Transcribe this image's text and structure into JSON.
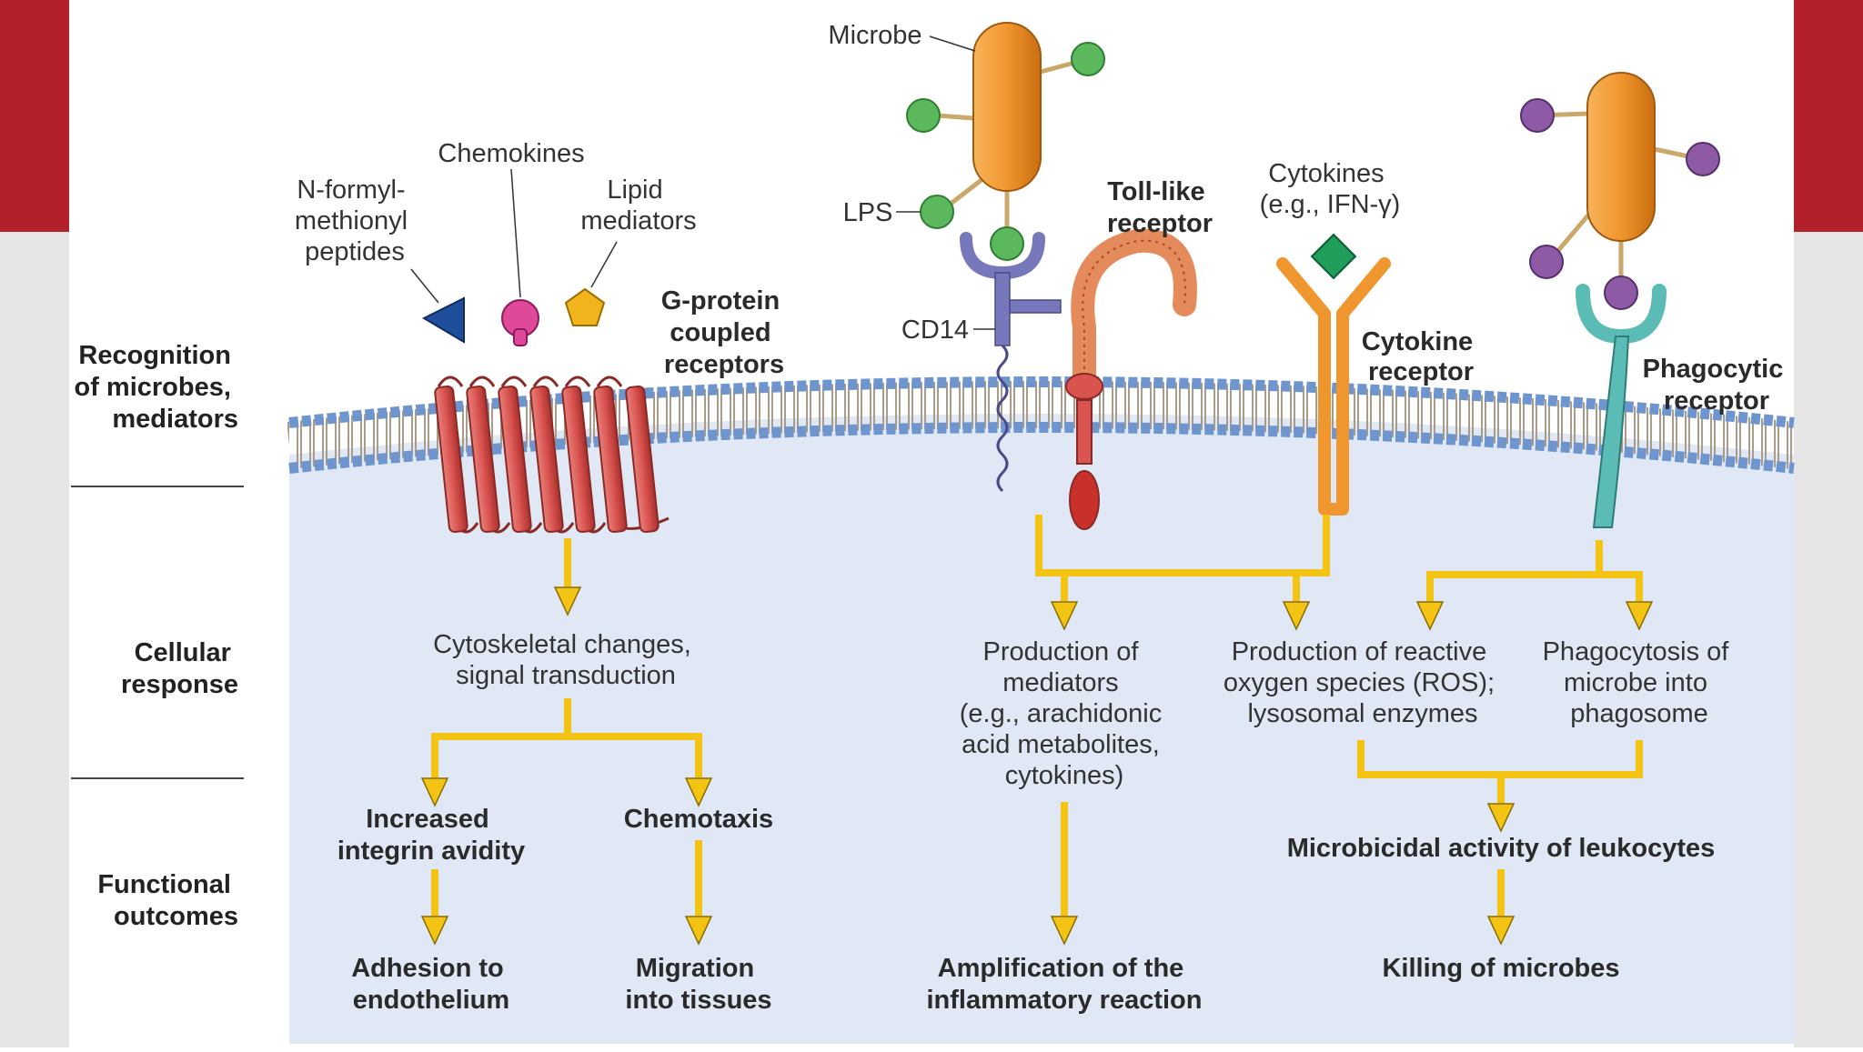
{
  "side_labels": {
    "recognition": [
      "Recognition",
      "of microbes,",
      "mediators"
    ],
    "cellular_response": [
      "Cellular",
      "response"
    ],
    "functional_outcomes": [
      "Functional",
      "outcomes"
    ]
  },
  "ligands": {
    "n_formyl": [
      "N-formyl-",
      "methionyl",
      "peptides"
    ],
    "chemokines": "Chemokines",
    "lipid_mediators": [
      "Lipid",
      "mediators"
    ],
    "microbe": "Microbe",
    "lps": "LPS",
    "cd14": "CD14",
    "cytokines": [
      "Cytokines",
      "(e.g., IFN-γ)"
    ]
  },
  "receptors": {
    "gpcr": [
      "G-protein",
      "coupled",
      "receptors"
    ],
    "tlr": [
      "Toll-like",
      "receptor"
    ],
    "cytokine_receptor": [
      "Cytokine",
      "receptor"
    ],
    "phagocytic_receptor": [
      "Phagocytic",
      "receptor"
    ]
  },
  "responses": {
    "cytoskeletal": [
      "Cytoskeletal changes,",
      "signal transduction"
    ],
    "production_mediators": [
      "Production of",
      "mediators",
      "(e.g., arachidonic",
      "acid metabolites,",
      "cytokines)"
    ],
    "ros": [
      "Production of reactive",
      "oxygen species (ROS);",
      "lysosomal enzymes"
    ],
    "phagocytosis": [
      "Phagocytosis of",
      "microbe into",
      "phagosome"
    ]
  },
  "outcomes": {
    "integrin": [
      "Increased",
      "integrin avidity"
    ],
    "chemotaxis": "Chemotaxis",
    "microbicidal": "Microbicidal activity of leukocytes",
    "adhesion": [
      "Adhesion to",
      "endothelium"
    ],
    "migration": [
      "Migration",
      "into tissues"
    ],
    "amplification": [
      "Amplification of the",
      "inflammatory reaction"
    ],
    "killing": "Killing of microbes"
  },
  "colors": {
    "frame_red": "#b3202a",
    "cytoplasm": "#dfe8f4",
    "membrane_head": "#6f95cf",
    "arrow_yellow": "#f3c414",
    "arrow_outline": "#8a6d00",
    "microbe_orange": "#f0962e",
    "gpcr_red": "#d9534f",
    "lps_green": "#5cb85c",
    "phago_teal": "#5bbcb5",
    "cd14_purple": "#7777bb"
  }
}
